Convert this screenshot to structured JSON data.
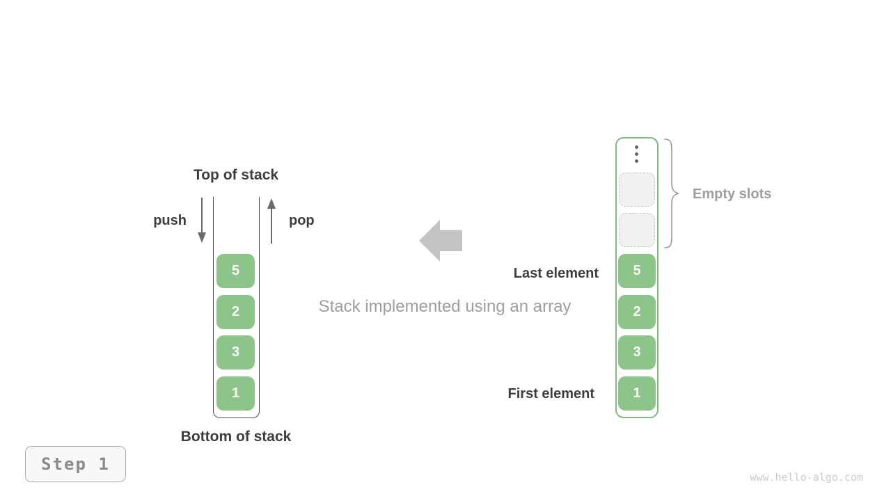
{
  "labels": {
    "top_of_stack": "Top of stack",
    "push": "push",
    "pop": "pop",
    "bottom_of_stack": "Bottom of stack",
    "caption": "Stack implemented using an array",
    "empty_slots": "Empty slots",
    "last_element": "Last element",
    "first_element": "First element"
  },
  "stack": {
    "values": [
      "5",
      "2",
      "3",
      "1"
    ]
  },
  "array": {
    "values": [
      "5",
      "2",
      "3",
      "1"
    ],
    "empty_slots": [
      "",
      ""
    ]
  },
  "icons": {
    "ellipsis": "vertical-ellipsis",
    "push_arrow": "arrow-down",
    "pop_arrow": "arrow-up",
    "block_arrow": "block-arrow-left",
    "brace": "right-curly-brace"
  },
  "step_badge": {
    "label": "Step 1"
  },
  "watermark": "www.hello-algo.com",
  "colors": {
    "cell_green": "#8dc48a",
    "container_green_border": "#7cba7b",
    "block_arrow_gray": "#c3c3c3",
    "text_dark": "#3d3d3d",
    "text_gray": "#9e9e9e",
    "empty_slot_fill": "#f1f1f1",
    "empty_slot_border": "#c9c9c9"
  }
}
